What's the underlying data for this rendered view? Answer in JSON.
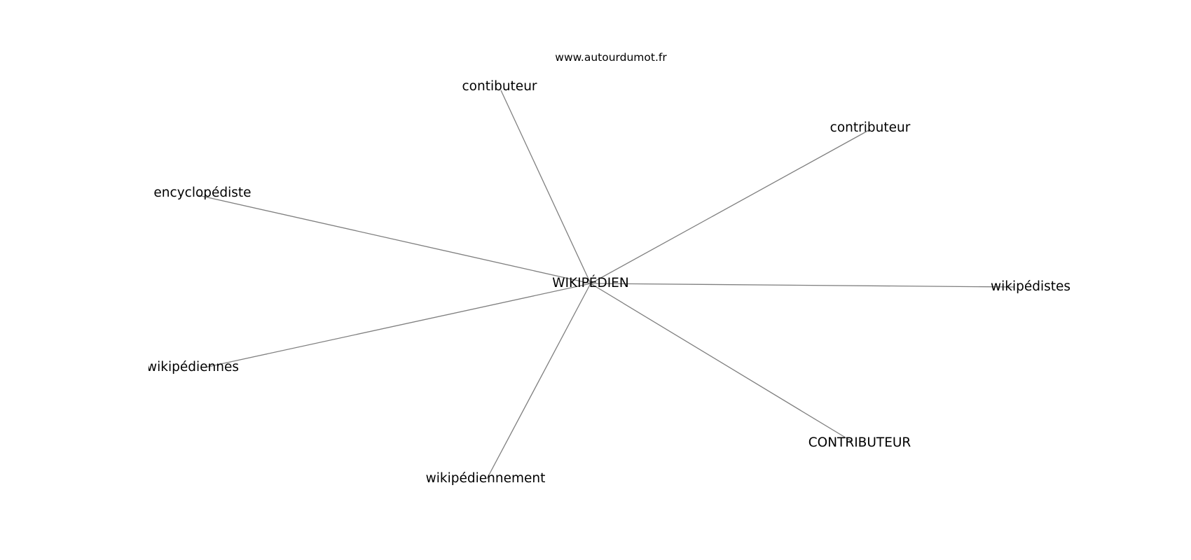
{
  "site": "www.autourdumot.fr",
  "center": {
    "label": "WIKIPÉDIEN"
  },
  "nodes": [
    {
      "id": "n1",
      "label": "contibuteur"
    },
    {
      "id": "n2",
      "label": "contributeur"
    },
    {
      "id": "n3",
      "label": "encyclopédiste"
    },
    {
      "id": "n4",
      "label": "wikipédistes"
    },
    {
      "id": "n5",
      "label": "wikipédiennes"
    },
    {
      "id": "n6",
      "label": "CONTRIBUTEUR"
    },
    {
      "id": "n7",
      "label": "wikipédiennement"
    }
  ],
  "colors": {
    "edge": "#7f7f7f",
    "text": "#000000",
    "background": "#ffffff"
  }
}
